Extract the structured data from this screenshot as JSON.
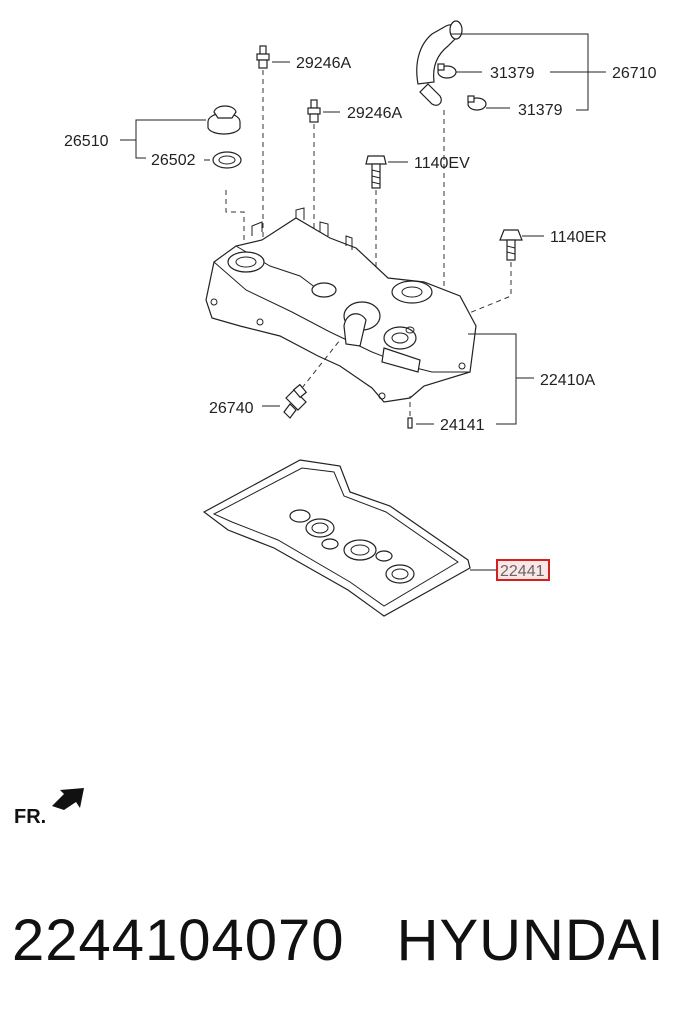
{
  "labels": {
    "l29246A_1": "29246A",
    "l29246A_2": "29246A",
    "l31379_1": "31379",
    "l31379_2": "31379",
    "l26710": "26710",
    "l26510": "26510",
    "l26502": "26502",
    "l1140EV": "1140EV",
    "l1140ER": "1140ER",
    "l22410A": "22410A",
    "l26740": "26740",
    "l24141": "24141",
    "l22441": "22441"
  },
  "highlight_color": "#d21f1f",
  "orientation": {
    "text": "FR."
  },
  "footer": {
    "part_number": "2244104070",
    "brand": "HYUNDAI"
  }
}
